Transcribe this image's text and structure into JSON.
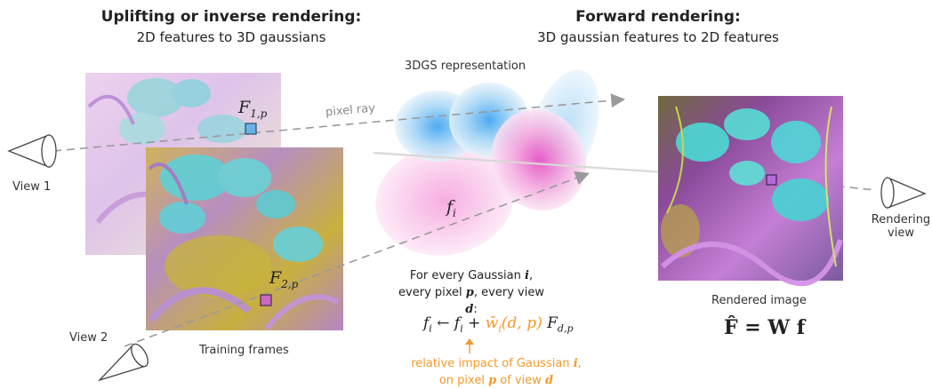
{
  "left_header": {
    "title": "Uplifting or inverse rendering:",
    "subtitle": "2D features to 3D gaussians"
  },
  "right_header": {
    "title": "Forward rendering:",
    "subtitle": "3D gaussian features to 2D features"
  },
  "labels": {
    "representation": "3DGS representation",
    "pixel_ray": "pixel ray",
    "view1": "View 1",
    "view2": "View 2",
    "training_frames": "Training frames",
    "rendering_view_line1": "Rendering",
    "rendering_view_line2": "view",
    "rendered_image": "Rendered image",
    "f1p_main": "F",
    "f1p_sub": "1,p",
    "f2p_main": "F",
    "f2p_sub": "2,p",
    "fi_main": "f",
    "fi_sub": "i"
  },
  "equation": {
    "intro_line1_prefix": "For every Gaussian ",
    "intro_line1_var": "i",
    "intro_line1_suffix": ",",
    "intro_line2_prefix": "every pixel ",
    "intro_line2_var1": "p",
    "intro_line2_mid": ", every view ",
    "intro_line2_var2": "d",
    "intro_line2_suffix": ":",
    "lhs": "f",
    "lhs_sub": "i",
    "arrow": "←",
    "rhs_f": "f",
    "rhs_f_sub": "i",
    "plus": "+",
    "weight": "w̄",
    "weight_sub": "i",
    "weight_args": "(d, p)",
    "F": "F",
    "F_sub": "d,p",
    "annotation_line1_prefix": "relative impact of Gaussian ",
    "annotation_line1_var": "i",
    "annotation_line1_suffix": ",",
    "annotation_line2_prefix": "on pixel ",
    "annotation_line2_var1": "p",
    "annotation_line2_mid": " of view ",
    "annotation_line2_var2": "d",
    "up_arrow": "↑"
  },
  "forward_equation": {
    "text": "F̂ = W f"
  },
  "colors": {
    "accent_orange": "#f39a2a",
    "ray_gray": "#999999",
    "pixel_blue": "#5aa8e0",
    "pixel_magenta": "#c060b8",
    "gaussian_blue": "#3aa0ee",
    "gaussian_pink": "#ee5ac0"
  }
}
